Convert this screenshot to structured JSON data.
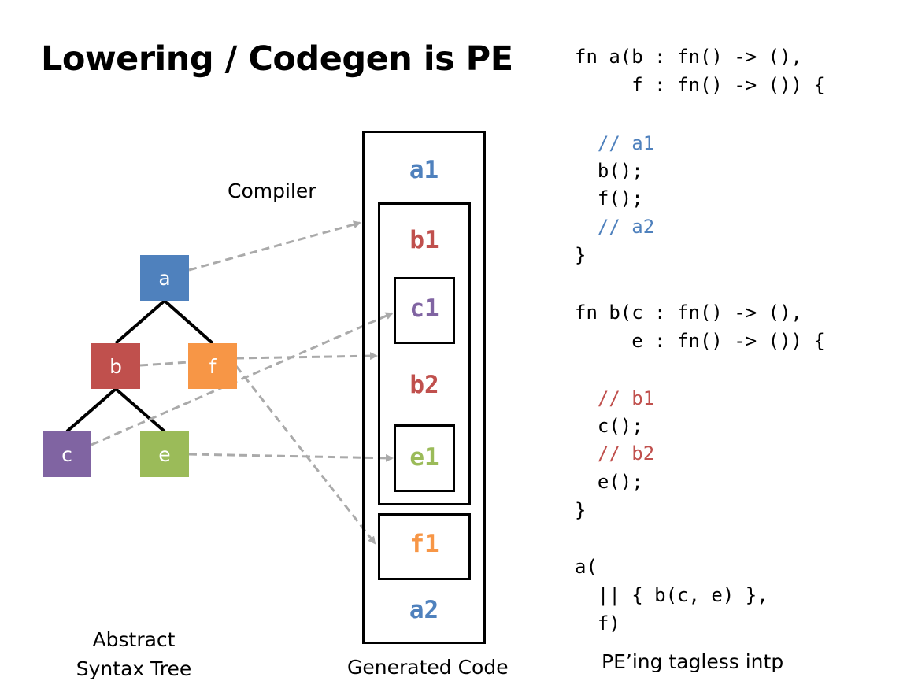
{
  "title": "Lowering / Codegen is PE",
  "compiler_label": "Compiler",
  "ast_label_line1": "Abstract",
  "ast_label_line2": "Syntax Tree",
  "generated_label": "Generated Code",
  "pe_label": "PE’ing tagless intp",
  "colors": {
    "blue": "#4f81bd",
    "red": "#c0504d",
    "orange": "#f79646",
    "purple": "#8064a2",
    "green": "#9bbb59",
    "arrow": "#aaaaaa"
  },
  "tree": {
    "nodes": [
      {
        "id": "a",
        "label": "a",
        "color": "blue"
      },
      {
        "id": "b",
        "label": "b",
        "color": "red"
      },
      {
        "id": "f",
        "label": "f",
        "color": "orange"
      },
      {
        "id": "c",
        "label": "c",
        "color": "purple"
      },
      {
        "id": "e",
        "label": "e",
        "color": "green"
      }
    ],
    "edges": [
      [
        "a",
        "b"
      ],
      [
        "a",
        "f"
      ],
      [
        "b",
        "c"
      ],
      [
        "b",
        "e"
      ]
    ]
  },
  "generated": {
    "segments": [
      {
        "id": "a1",
        "label": "a1",
        "color": "blue"
      },
      {
        "id": "b1",
        "label": "b1",
        "color": "red"
      },
      {
        "id": "c1",
        "label": "c1",
        "color": "purple"
      },
      {
        "id": "b2",
        "label": "b2",
        "color": "red"
      },
      {
        "id": "e1",
        "label": "e1",
        "color": "green"
      },
      {
        "id": "f1",
        "label": "f1",
        "color": "orange"
      },
      {
        "id": "a2",
        "label": "a2",
        "color": "blue"
      }
    ]
  },
  "code_lines": [
    {
      "text": "fn a(b : fn() -> (),",
      "color": "black"
    },
    {
      "text": "     f : fn() -> ()) {",
      "color": "black"
    },
    {
      "text": "  // a1",
      "color": "blue"
    },
    {
      "text": "  b();",
      "color": "black"
    },
    {
      "text": "  f();",
      "color": "black"
    },
    {
      "text": "  // a2",
      "color": "blue"
    },
    {
      "text": "}",
      "color": "black"
    },
    {
      "text": "fn b(c : fn() -> (),",
      "color": "black"
    },
    {
      "text": "     e : fn() -> ()) {",
      "color": "black"
    },
    {
      "text": "  // b1",
      "color": "red"
    },
    {
      "text": "  c();",
      "color": "black"
    },
    {
      "text": "  // b2",
      "color": "red"
    },
    {
      "text": "  e();",
      "color": "black"
    },
    {
      "text": "}",
      "color": "black"
    },
    {
      "text": "a(",
      "color": "black"
    },
    {
      "text": "  || { b(c, e) },",
      "color": "black"
    },
    {
      "text": "  f)",
      "color": "black"
    }
  ]
}
